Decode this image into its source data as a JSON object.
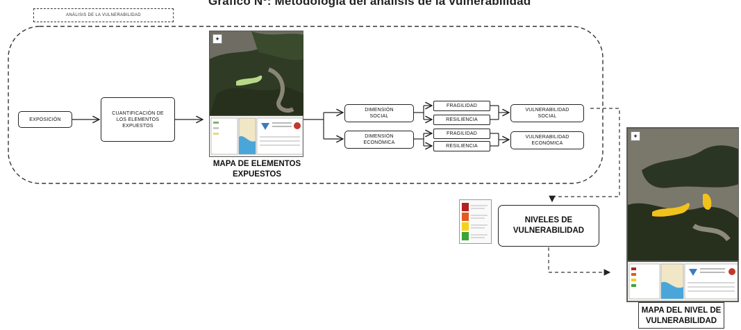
{
  "header": {
    "title": "Gráfico Nº: Metodología del análisis de la vulnerabilidad",
    "section_tag": "ANÁLISIS DE LA VULNERABILIDAD"
  },
  "flow": {
    "exposicion": "EXPOSICIÓN",
    "cuantificacion": "CUANTIFICACIÓN DE LOS ELEMENTOS EXPUESTOS",
    "dim_social": "DIMENSIÓN SOCIAL",
    "dim_economica": "DIMENSIÓN ECONÓMICA",
    "fragilidad_1": "FRAGILIDAD",
    "resiliencia_1": "RESILIENCIA",
    "fragilidad_2": "FRAGILIDAD",
    "resiliencia_2": "RESILIENCIA",
    "vuln_social": "VULNERABILIDAD SOCIAL",
    "vuln_economica": "VULNERABILIDAD ECONÓMICA",
    "niveles": "NIVELES DE VULNERABILIDAD"
  },
  "maps": {
    "elementos_label": "MAPA DE ELEMENTOS EXPUESTOS",
    "nivel_label": "MAPA DEL NIVEL DE VULNERABILIDAD"
  },
  "legend": {
    "colors": [
      "#b2221f",
      "#e45a1e",
      "#f3d21c",
      "#3ca535"
    ]
  }
}
